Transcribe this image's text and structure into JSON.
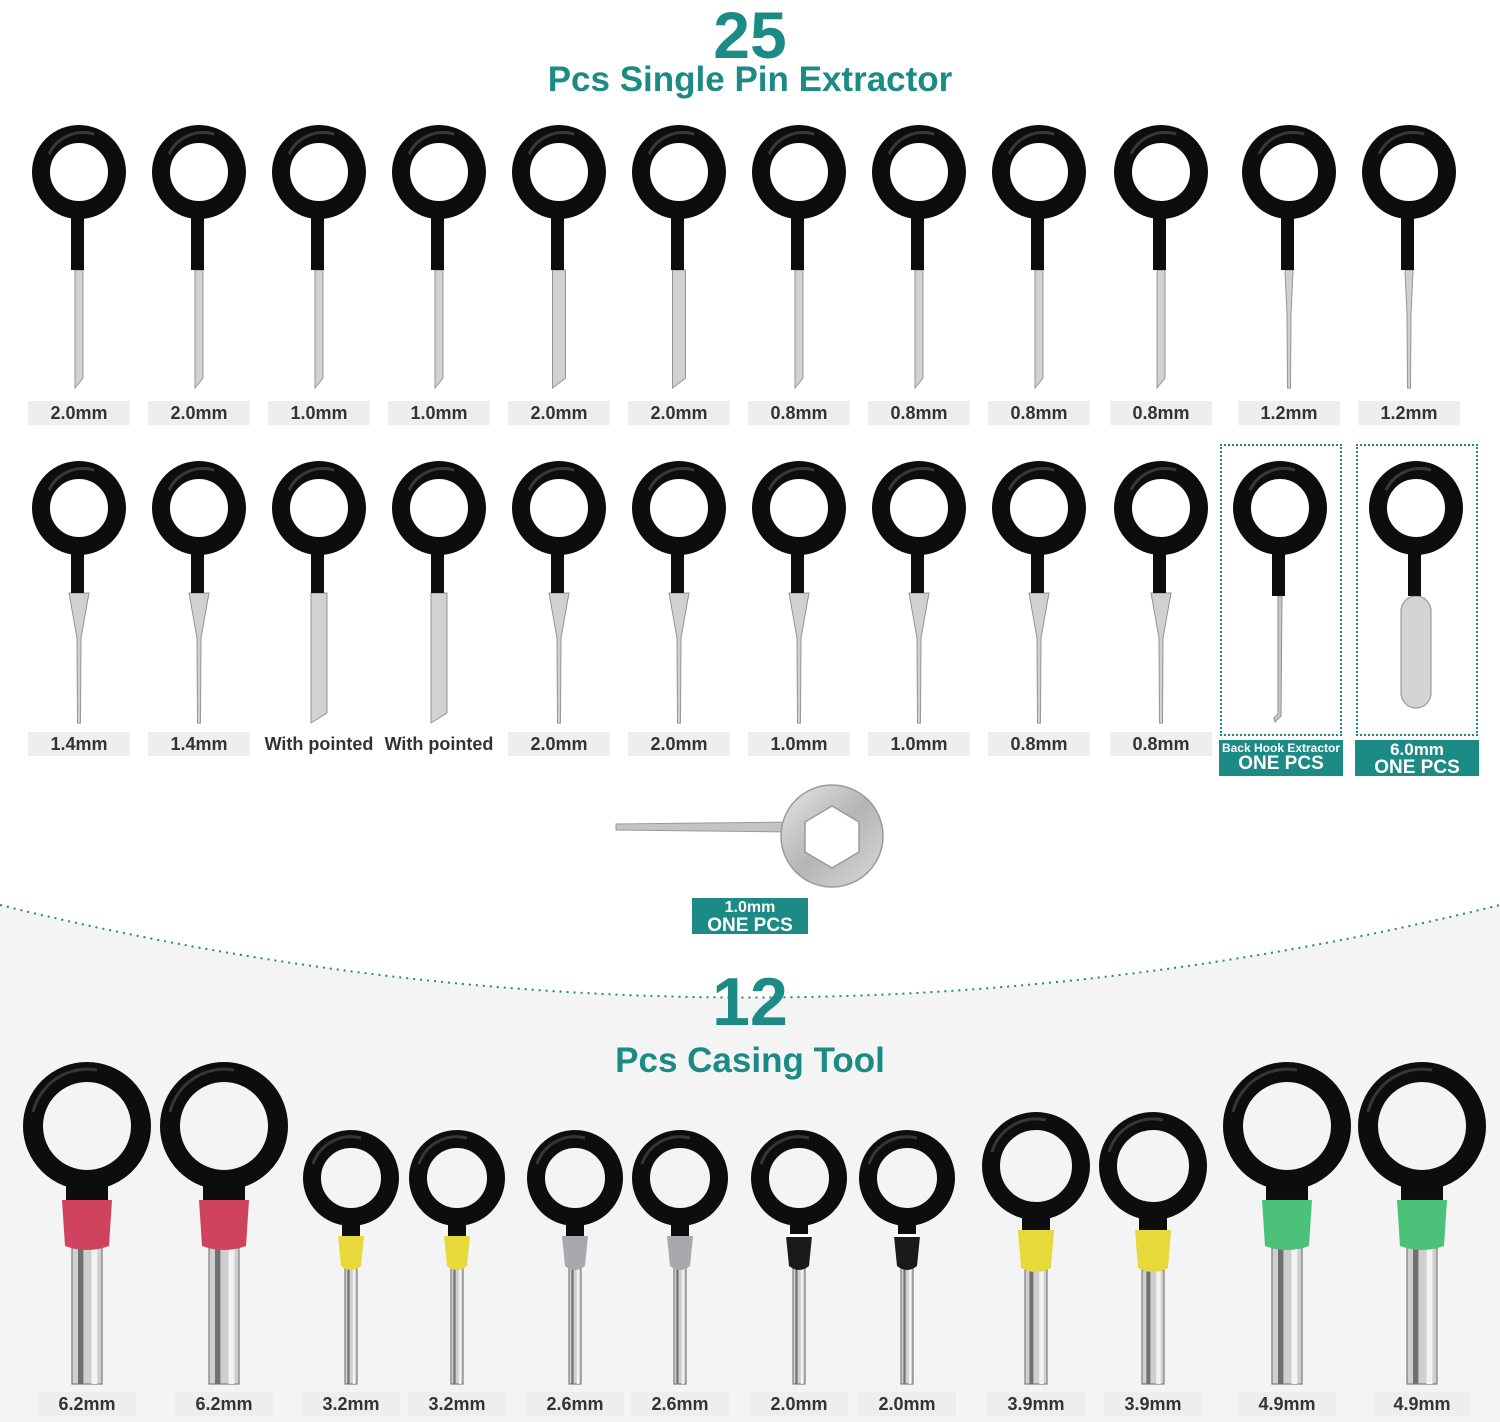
{
  "header": {
    "count": "25",
    "title": "Pcs Single Pin Extractor"
  },
  "row1": {
    "labels": [
      "2.0mm",
      "2.0mm",
      "1.0mm",
      "1.0mm",
      "2.0mm",
      "2.0mm",
      "0.8mm",
      "0.8mm",
      "0.8mm",
      "0.8mm",
      "1.2mm",
      "1.2mm"
    ]
  },
  "row2": {
    "labels": [
      "1.4mm",
      "1.4mm",
      "With pointed",
      "With pointed",
      "2.0mm",
      "2.0mm",
      "1.0mm",
      "1.0mm",
      "0.8mm",
      "0.8mm"
    ],
    "special_a": {
      "line1": "Back Hook Extractor",
      "line2": "ONE PCS"
    },
    "special_b": {
      "line1": "6.0mm",
      "line2": "ONE PCS"
    }
  },
  "key_tool": {
    "line1": "1.0mm",
    "line2": "ONE PCS"
  },
  "casing": {
    "count": "12",
    "title": "Pcs Casing Tool",
    "labels": [
      "6.2mm",
      "6.2mm",
      "3.2mm",
      "3.2mm",
      "2.6mm",
      "2.6mm",
      "2.0mm",
      "2.0mm",
      "3.9mm",
      "3.9mm",
      "4.9mm",
      "4.9mm"
    ],
    "sleeve_colors": [
      "#d0435e",
      "#d0435e",
      "#e8d93a",
      "#e8d93a",
      "#a7a9ad",
      "#a7a9ad",
      "#1a1a1a",
      "#1a1a1a",
      "#e8d93a",
      "#e8d93a",
      "#4cc17a",
      "#4cc17a"
    ]
  },
  "colors": {
    "accent": "#1c8a85",
    "handle": "#0d0d0d",
    "label_bg": "#eeeeee"
  }
}
